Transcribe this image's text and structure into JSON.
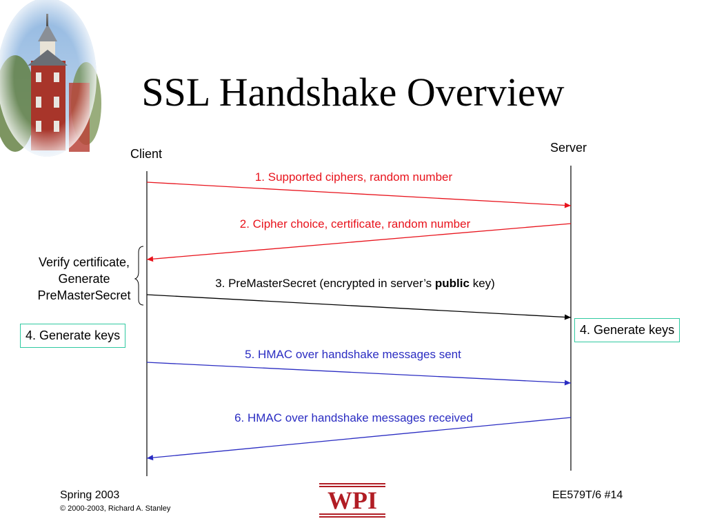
{
  "title": "SSL Handshake Overview",
  "client_label": "Client",
  "server_label": "Server",
  "verify_lines": [
    "Verify certificate,",
    "Generate",
    "PreMasterSecret"
  ],
  "gen_keys_client": "4.  Generate keys",
  "gen_keys_server": "4.  Generate keys",
  "messages": [
    {
      "text": "1.  Supported ciphers, random number"
    },
    {
      "text": "2. Cipher choice, certificate, random number"
    },
    {
      "pre": "3.  PreMasterSecret (encrypted in server’s ",
      "bold": "public",
      "post": " key)"
    },
    {
      "text": "5.  HMAC over handshake messages sent"
    },
    {
      "text": "6.  HMAC over handshake messages received"
    }
  ],
  "colors": {
    "red": "#e8131c",
    "black": "#000000",
    "blue": "#2a2cc2",
    "box_border": "#2ec9a0",
    "logo": "#b11d24"
  },
  "footer": {
    "left_main": "Spring 2003",
    "left_copy": "© 2000-2003, Richard A. Stanley",
    "right": "EE579T/6  #14",
    "logo_text": "WPI"
  },
  "photo_icon": "building-tower-photo"
}
